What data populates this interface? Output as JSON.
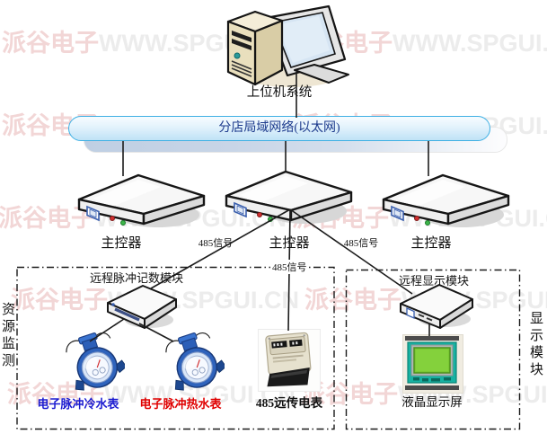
{
  "watermark": {
    "brand": "派谷电子",
    "url": "WWW.SPGUI.CN",
    "brand_color": "#f2d6d6",
    "url_color": "#ececec"
  },
  "host": {
    "label": "上位机系统"
  },
  "network": {
    "label": "分店局域网络(以太网)",
    "text_color": "#1c3a8c",
    "border_color": "#3fb0e4"
  },
  "controllers": [
    {
      "label": "主控器"
    },
    {
      "label": "主控器"
    },
    {
      "label": "主控器"
    }
  ],
  "signals": [
    {
      "label": "485信号"
    },
    {
      "label": "485信号"
    },
    {
      "label": "485信号"
    }
  ],
  "metering_group": {
    "title": "远程脉冲记数模块",
    "side_label": "资源监测",
    "cold_meter": {
      "label": "电子脉冲冷水表",
      "color": "#1b1bd0"
    },
    "hot_meter": {
      "label": "电子脉冲热水表",
      "color": "#e00000"
    },
    "power_meter": {
      "label": "485远传电表"
    }
  },
  "display_group": {
    "title": "远程显示模块",
    "side_label": "显示模块",
    "lcd": {
      "label": "液晶显示屏"
    }
  }
}
